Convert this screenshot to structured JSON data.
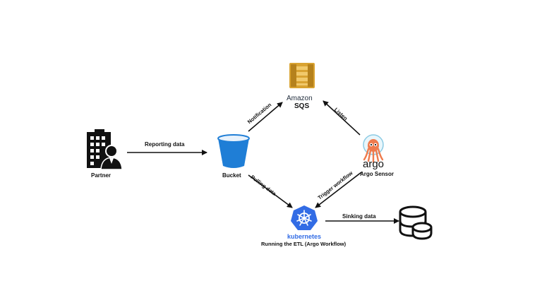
{
  "nodes": {
    "partner": {
      "label": "Partner",
      "icon": "office-building-person-icon"
    },
    "bucket": {
      "label": "Bucket",
      "icon": "storage-bucket-icon",
      "color": "#1f7ed6"
    },
    "sqs": {
      "brand_top": "Amazon",
      "brand_bottom": "SQS",
      "icon": "amazon-sqs-icon",
      "color": "#d9a331"
    },
    "argo": {
      "brand": "argo",
      "label": "Argo Sensor",
      "icon": "argo-octopus-icon",
      "color": "#ef7b4d"
    },
    "kubernetes": {
      "brand": "kubernetes",
      "label": "Running  the ETL (Argo Workflow)",
      "icon": "kubernetes-helm-icon",
      "color": "#326ce5"
    },
    "database": {
      "icon": "database-icon"
    }
  },
  "edges": {
    "reporting": "Reporting data",
    "notification": "Notification",
    "listen": "Listen",
    "pulling": "Pulling data",
    "trigger": "Trigger workflow",
    "sinking": "Sinking data"
  }
}
